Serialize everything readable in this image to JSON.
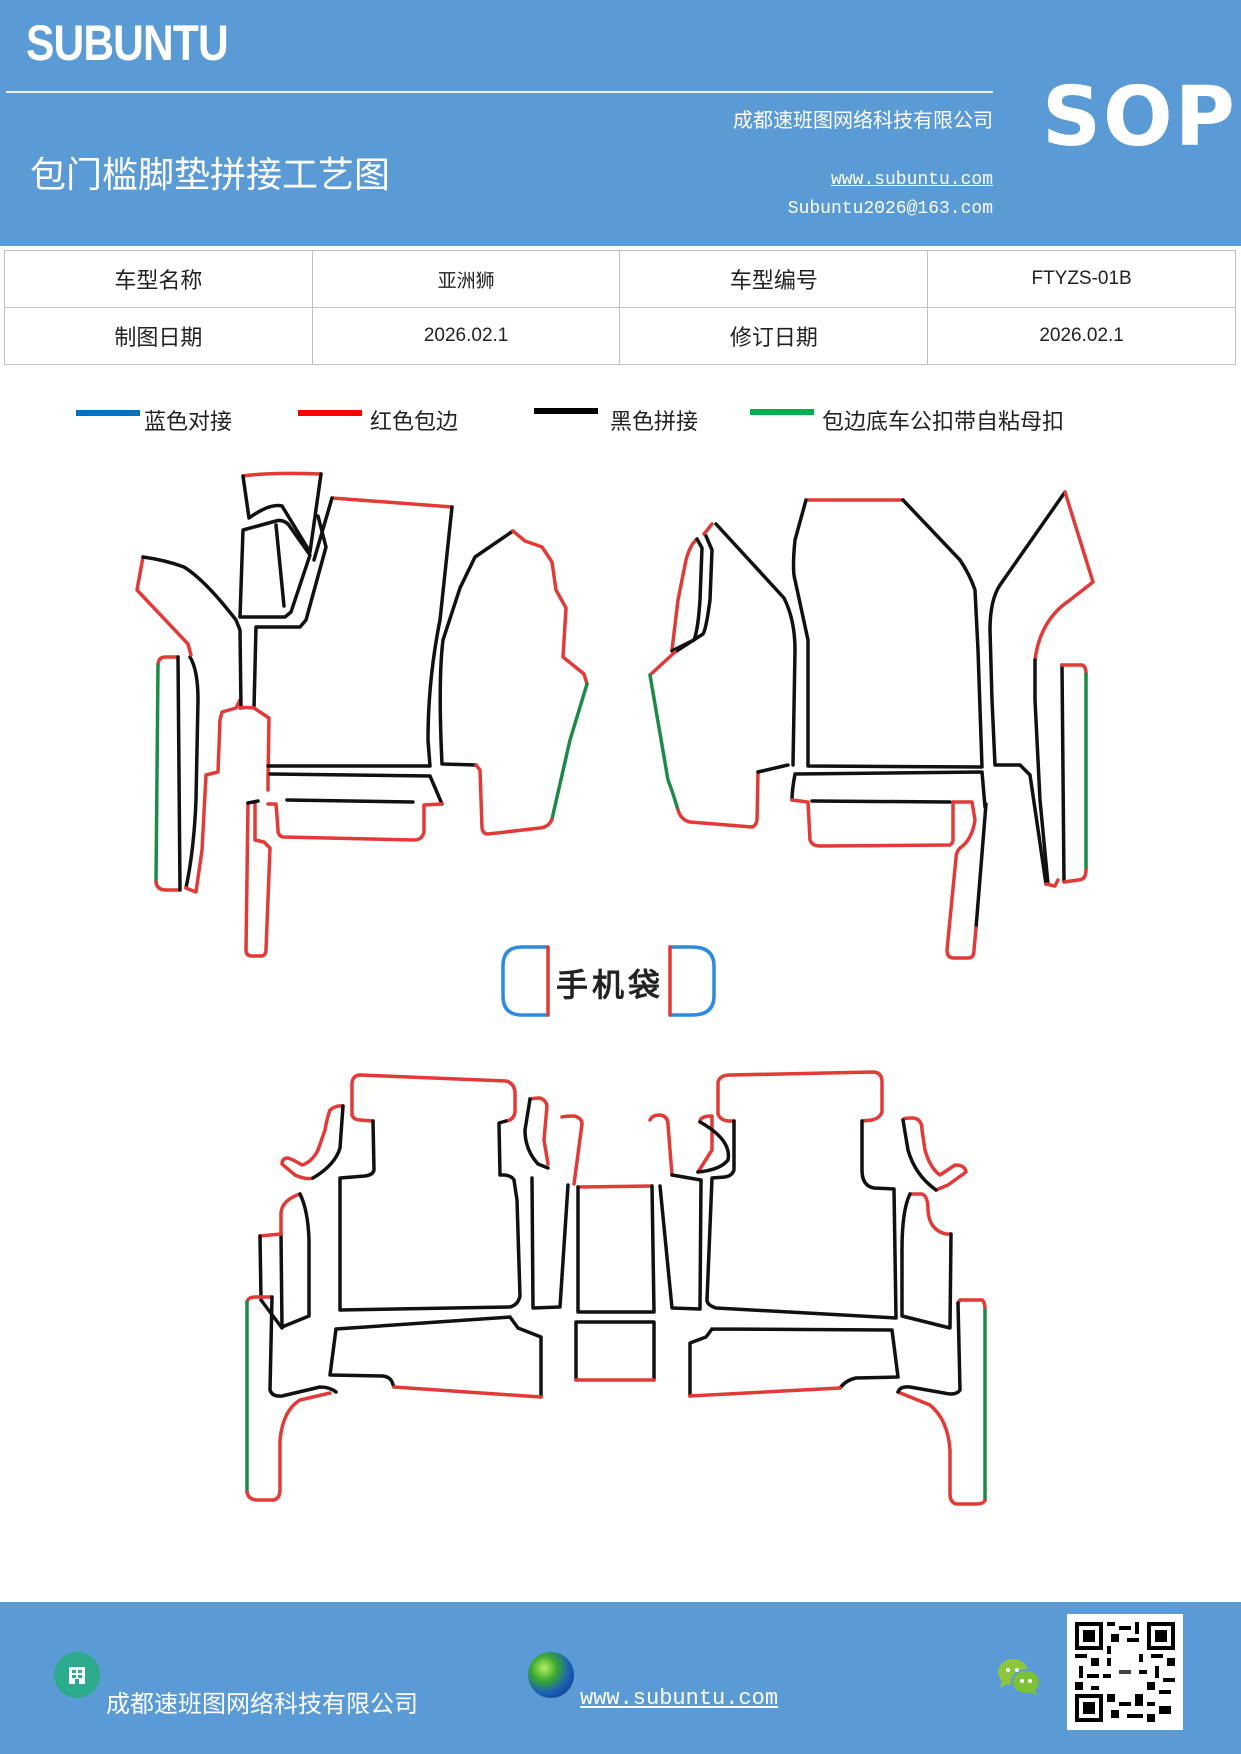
{
  "header": {
    "brand": "SUBUNTU",
    "doc_type": "SOP",
    "title": "包门槛脚垫拼接工艺图",
    "company": "成都速班图网络科技有限公司",
    "website": "www.subuntu.com",
    "email": "Subuntu2026@163.com",
    "background_color": "#5b9bd5"
  },
  "info_table": {
    "rows": [
      [
        {
          "label": "车型名称",
          "value": "亚洲狮"
        },
        {
          "label": "车型编号",
          "value": "FTYZS-01B"
        }
      ],
      [
        {
          "label": "制图日期",
          "value": "2026.02.1"
        },
        {
          "label": "修订日期",
          "value": "2026.02.1"
        }
      ]
    ]
  },
  "legend": {
    "items": [
      {
        "label": "蓝色对接",
        "color": "#0070c0"
      },
      {
        "label": "红色包边",
        "color": "#ff0000"
      },
      {
        "label": "黑色拼接",
        "color": "#000000"
      },
      {
        "label": "包边底车公扣带自粘母扣",
        "color": "#00b050"
      }
    ]
  },
  "diagram": {
    "phone_pocket_label": "手机袋",
    "sections": [
      "front-row-mats",
      "phone-pocket",
      "rear-row-mats"
    ]
  },
  "footer": {
    "company": "成都速班图网络科技有限公司",
    "website": "www.subuntu.com ",
    "icons": [
      "company-building-icon",
      "globe-icon",
      "wechat-icon",
      "qr-code"
    ]
  }
}
